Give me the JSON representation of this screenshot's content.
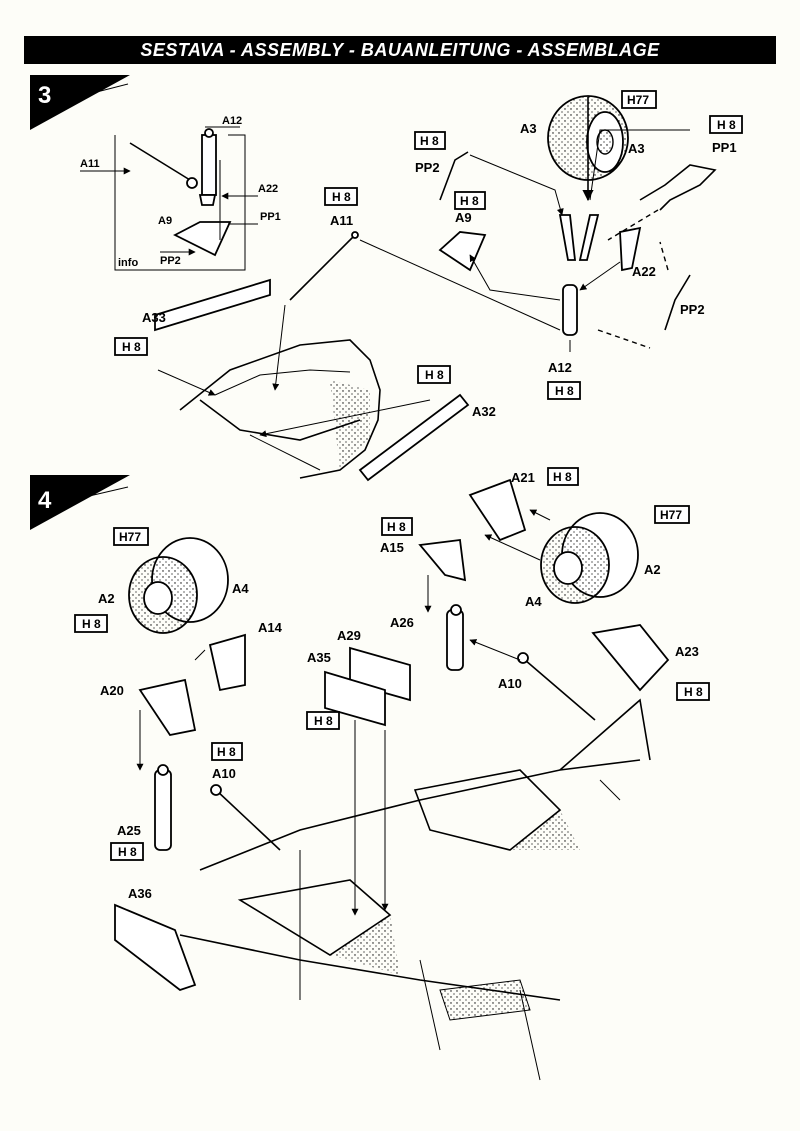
{
  "header": {
    "title": "SESTAVA - ASSEMBLY - BAUANLEITUNG - ASSEMBLAGE"
  },
  "step3": {
    "number": "3",
    "info_label": "info",
    "inset_labels": {
      "a12": "A12",
      "a11": "A11",
      "a22": "A22",
      "a9": "A9",
      "pp1": "PP1",
      "pp2": "PP2"
    },
    "labels": {
      "a3_left": "A3",
      "a3_right": "A3",
      "pp2_top": "PP2",
      "a9": "A9",
      "pp1": "PP1",
      "a11": "A11",
      "a22": "A22",
      "pp2_right": "PP2",
      "a12": "A12",
      "a33": "A33",
      "a32": "A32"
    },
    "colors": {
      "h77_wheel": "H77",
      "h8_a3": "H 8",
      "h8_pp2": "H 8",
      "h8_a9": "H 8",
      "h8_a11": "H 8",
      "h8_a33": "H 8",
      "h8_a32": "H 8",
      "h8_a12": "H 8"
    }
  },
  "step4": {
    "number": "4",
    "labels": {
      "a21": "A21",
      "a15": "A15",
      "a2_right": "A2",
      "a4_right": "A4",
      "a26": "A26",
      "a10_right": "A10",
      "a23": "A23",
      "a2_left": "A2",
      "a4_left": "A4",
      "a14": "A14",
      "a29": "A29",
      "a35": "A35",
      "a20": "A20",
      "a10_left": "A10",
      "a25": "A25",
      "a36": "A36"
    },
    "colors": {
      "h8_a21": "H 8",
      "h8_a15": "H 8",
      "h77_right": "H77",
      "h77_left": "H77",
      "h8_a2": "H 8",
      "h8_a23": "H 8",
      "h8_a35": "H 8",
      "h8_a10": "H 8",
      "h8_a25": "H 8"
    }
  }
}
